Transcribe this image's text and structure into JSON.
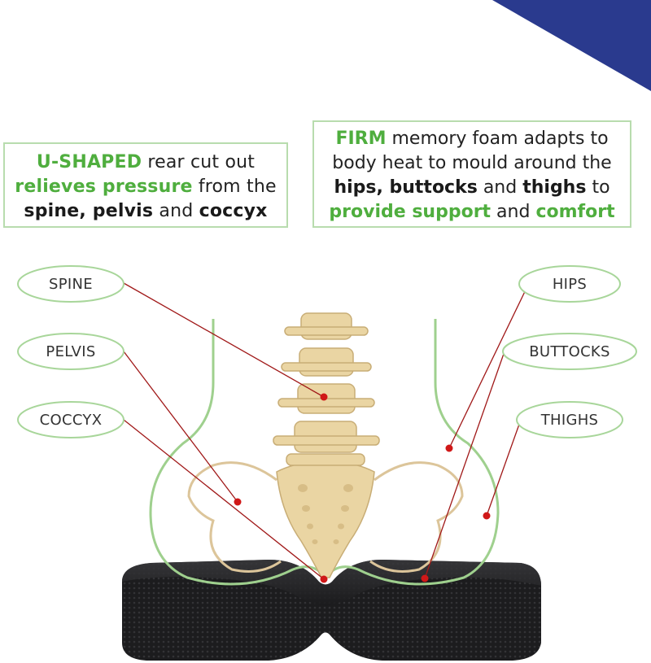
{
  "left_box": {
    "part1": "U-SHAPED",
    "part2": " rear cut out",
    "part3": "relieves pressure",
    "part4": " from the",
    "part5": "spine, pelvis",
    "part6": " and ",
    "part7": "coccyx"
  },
  "right_box": {
    "part1": "FIRM",
    "part2": " memory foam adapts to",
    "part3": "body heat to mould around the",
    "part4": "hips, buttocks",
    "part5": " and ",
    "part6": "thighs",
    "part7": " to",
    "part8": "provide support",
    "part9": " and ",
    "part10": "comfort"
  },
  "labels": {
    "spine": "SPINE",
    "pelvis": "PELVIS",
    "coccyx": "COCCYX",
    "hips": "HIPS",
    "buttocks": "BUTTOCKS",
    "thighs": "THIGHS"
  },
  "colors": {
    "accent_green": "#4fae3e",
    "box_border": "#b8dcae",
    "outline_green": "#9fd08e",
    "leader_line": "#a01818",
    "bone": "#ead5a3",
    "cushion": "#1c1c1e",
    "corner_navy": "#2a3a8e"
  }
}
